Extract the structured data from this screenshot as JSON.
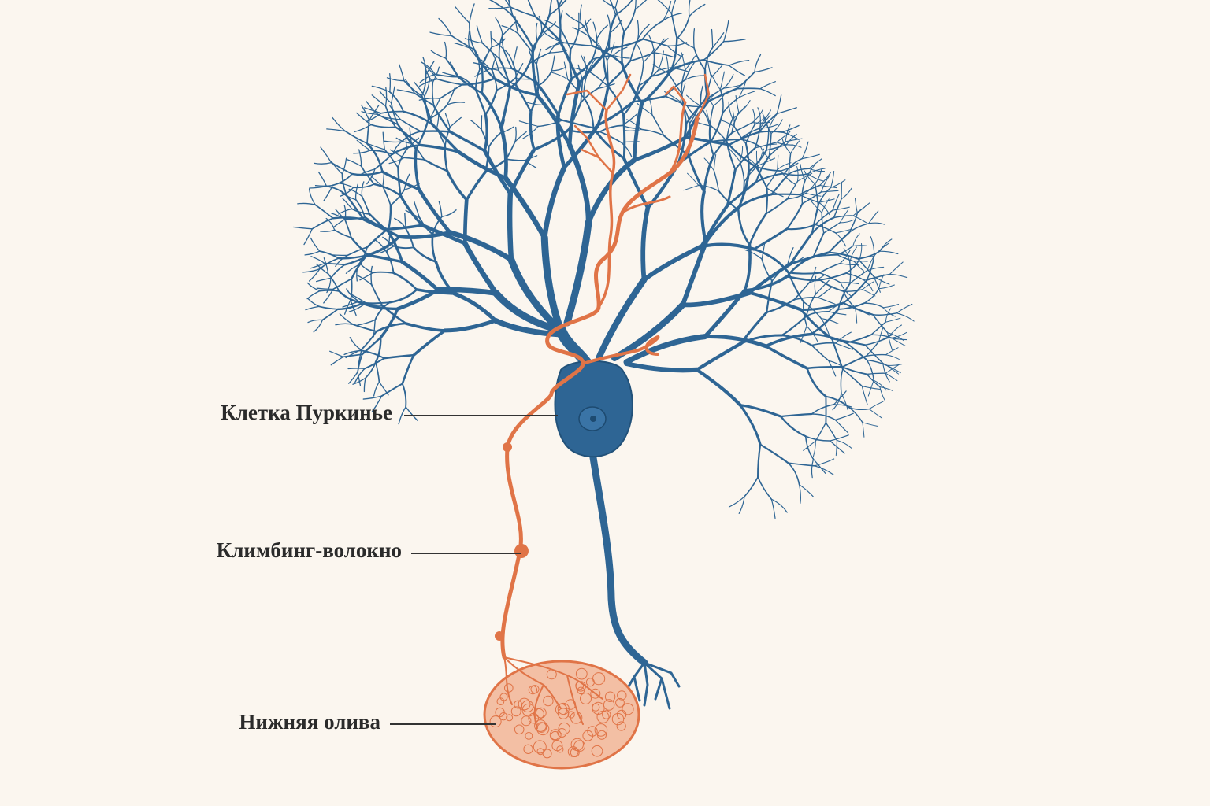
{
  "labels": {
    "purkinje": "Клетка Пуркинье",
    "climbing_fiber": "Климбинг-волокно",
    "inferior_olive": "Нижняя олива"
  },
  "colors": {
    "background": "#fbf6ef",
    "purkinje_blue": "#2e6594",
    "climbing_orange": "#e07447",
    "olive_fill": "#f3bfa4",
    "label_text": "#2b2b2b",
    "leader_line": "#333333"
  }
}
